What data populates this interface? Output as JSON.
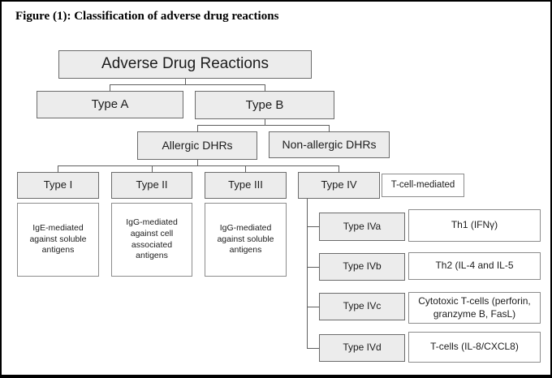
{
  "figure": {
    "title": "Figure (1): Classification of adverse drug reactions"
  },
  "chart": {
    "root": {
      "label": "Adverse Drug Reactions"
    },
    "type_a": {
      "label": "Type A"
    },
    "type_b": {
      "label": "Type B"
    },
    "allergic": {
      "label": "Allergic DHRs"
    },
    "non_allergic": {
      "label": "Non-allergic DHRs"
    },
    "type_i": {
      "label": "Type I",
      "desc": "IgE-mediated against soluble antigens"
    },
    "type_ii": {
      "label": "Type II",
      "desc": "IgG-mediated against cell associated antigens"
    },
    "type_iii": {
      "label": "Type III",
      "desc": "IgG-mediated against soluble antigens"
    },
    "type_iv": {
      "label": "Type IV",
      "note": "T-cell-mediated"
    },
    "type_iv_subtypes": [
      {
        "label": "Type IVa",
        "desc": "Th1 (IFNγ)"
      },
      {
        "label": "Type IVb",
        "desc": "Th2 (IL-4 and IL-5"
      },
      {
        "label": "Type IVc",
        "desc": "Cytotoxic T-cells (perforin, granzyme B, FasL)"
      },
      {
        "label": "Type IVd",
        "desc": "T-cells (IL-8/CXCL8)"
      }
    ]
  },
  "colors": {
    "box_fill": "#ececec",
    "box_border": "#6b6b6b",
    "white_box_border": "#8c8c8c",
    "connector": "#5f5f5f",
    "frame_border": "#000000",
    "text": "#1c1c1c"
  }
}
